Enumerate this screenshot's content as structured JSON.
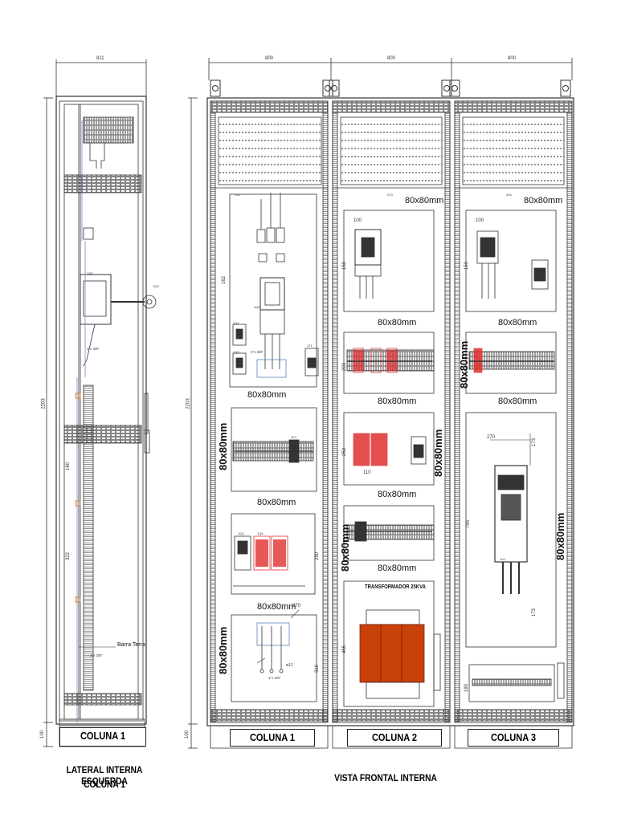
{
  "dims": {
    "side_width": "811",
    "front_col": [
      "800",
      "800",
      "800"
    ],
    "height": "2203",
    "base": "100",
    "side_d1": "160",
    "side_d2": "322",
    "c1_d": "162",
    "c1_d2": "280",
    "c1_d3": "316",
    "c1_d4": "270",
    "c2_d1": "150",
    "c2_d2": "200",
    "c2_d3": "250",
    "c2_d4": "455",
    "c2_d5": "100",
    "c2_d6": "110",
    "c3_d1": "100",
    "c3_d2": "150",
    "c3_d3": "270",
    "c3_d4": "173",
    "c3_d5": "795",
    "c3_d6": "173",
    "c3_d7": "180"
  },
  "labels": {
    "m80": "80x80mm",
    "transformer": "TRANSFORMADOR 25KVA",
    "barra_terra": "Barra Terra",
    "cable": "1\"x 3/8\"",
    "phi": "ø12"
  },
  "columns": {
    "side": "COLUNA 1",
    "front": [
      "COLUNA 1",
      "COLUNA 2",
      "COLUNA 3"
    ]
  },
  "captions": {
    "side_line1": "LATERAL INTERNA ESQUERDA",
    "side_line2": "COLUNA 1",
    "front": "VISTA FRONTAL INTERNA"
  },
  "tags": {
    "q1": "1Q0",
    "q2": "1Q1",
    "q3": "1Q2",
    "t1": "1T1",
    "q4": "1Q3",
    "q5": "1Q4",
    "k1": "1K1",
    "x1": "1X1",
    "x2": "2X1",
    "x3": "3X1",
    "u1": "1U1"
  },
  "colors": {
    "line": "#333333",
    "red": "#e03030",
    "transformer": "#c8400a",
    "blue": "#5a7fb8"
  }
}
